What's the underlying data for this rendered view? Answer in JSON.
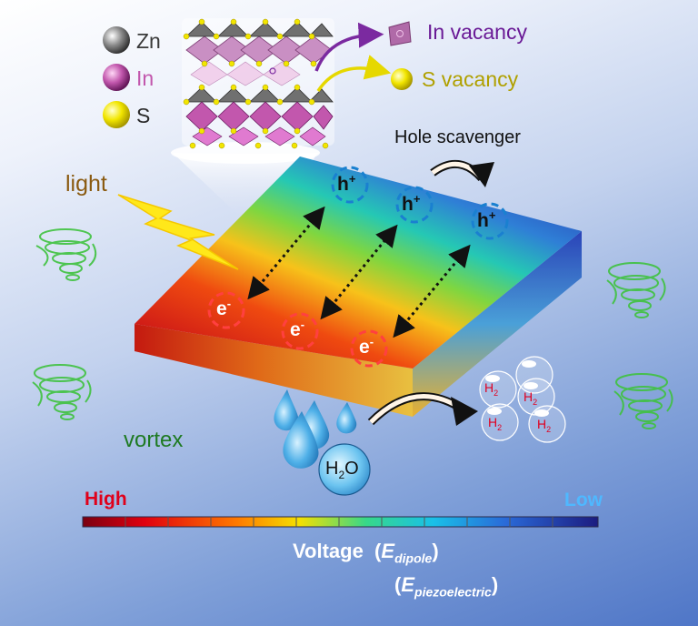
{
  "legend": {
    "zn": "Zn",
    "in": "In",
    "s": "S",
    "colors": {
      "zn": "#6b6b6b",
      "in": "#c257ad",
      "s": "#f2e600"
    }
  },
  "vacancies": {
    "in_vacancy": "In vacancy",
    "s_vacancy": "S vacancy",
    "colors": {
      "in_vacancy": "#7b2aa0",
      "s_vacancy": "#b0a000"
    }
  },
  "labels": {
    "light": "light",
    "vortex": "vortex",
    "hole_scavenger": "Hole scavenger"
  },
  "carriers": {
    "holes": [
      "h",
      "h",
      "h"
    ],
    "hole_charge": "+",
    "electrons": [
      "e",
      "e",
      "e"
    ],
    "electron_charge": "-"
  },
  "products": {
    "h2_base": "H",
    "h2_sub": "2",
    "water_base": "H",
    "water_sub": "2",
    "water_tail": "O"
  },
  "colorbar": {
    "high": "High",
    "low": "Low",
    "colors": {
      "high": "#e0001a",
      "low": "#4fb8ff"
    },
    "title": "Voltage",
    "dipole_main": "E",
    "dipole_sub": "dipole",
    "piezo_main": "E",
    "piezo_sub": "piezoelectric"
  }
}
